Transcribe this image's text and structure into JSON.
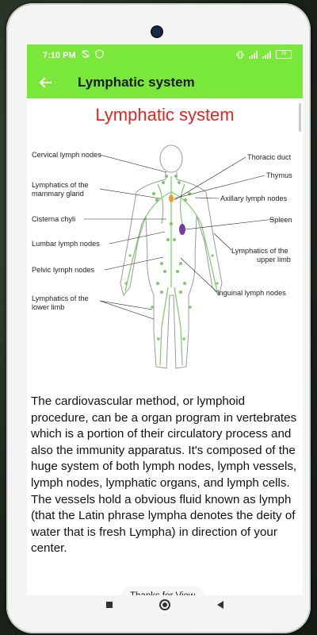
{
  "status": {
    "time": "7:10 PM",
    "battery": "79",
    "left_icons": [
      "sync-icon",
      "shield-icon"
    ],
    "right_icons": [
      "vibrate-icon",
      "signal-icon",
      "signal-icon",
      "battery-icon"
    ]
  },
  "appbar": {
    "title": "Lymphatic system",
    "back_icon": "arrow-left-icon"
  },
  "content": {
    "heading": "Lymphatic system",
    "diagram_labels": {
      "cervical": "Cervical lymph nodes",
      "mammary_1": "Lymphatics of the",
      "mammary_2": "mammary gland",
      "cisterna": "Cisterna chyli",
      "lumbar": "Lumbar lymph nodes",
      "pelvic": "Pelvic lymph nodes",
      "lower_1": "Lymphatics of the",
      "lower_2": "lower limb",
      "thoracic": "Thoracic duct",
      "thymus": "Thymus",
      "axillary": "Axillary lymph nodes",
      "spleen": "Spleen",
      "upper_1": "Lymphatics of the",
      "upper_2": "upper limb",
      "inguinal": "Inguinal lymph nodes"
    },
    "body_text": "The cardiovascular method, or lymphoid procedure, can be a organ program in vertebrates which is a portion of their circulatory process and also the immunity apparatus. It's composed of the huge system of both lymph nodes, lymph vessels, lymph nodes, lymphatic organs, and lymph cells. The vessels hold a obvious fluid known as lymph (that the Latin phrase lympha denotes the deity of water that is fresh Lympha) in direction of your center."
  },
  "toast": {
    "text": "Thanks for View"
  },
  "colors": {
    "appbar": "#7ae83a",
    "heading": "#e0261e",
    "lymph": "#7dc86a"
  },
  "nav_icons": [
    "square-icon",
    "circle-icon",
    "triangle-back-icon"
  ]
}
